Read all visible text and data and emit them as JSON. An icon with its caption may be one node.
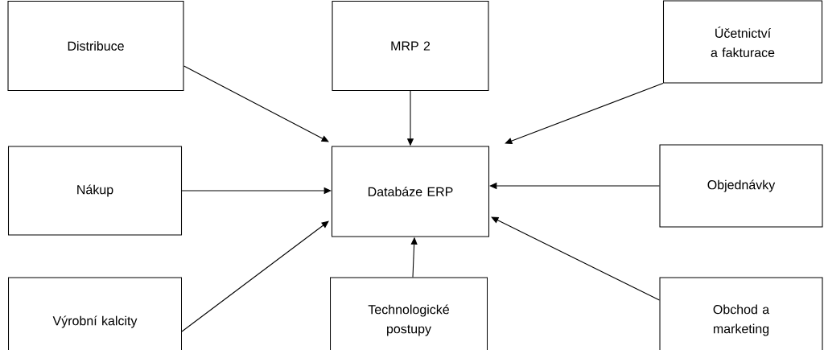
{
  "diagram": {
    "nodes": [
      {
        "text": [
          "Distribuce"
        ]
      },
      {
        "text": [
          "MRP 2"
        ]
      },
      {
        "text": [
          "Účetnictví a fakturace"
        ]
      },
      {
        "text": [
          "Nákup"
        ]
      },
      {
        "text": [
          "Databáze ERP"
        ]
      },
      {
        "text": [
          "Objednávky"
        ]
      },
      {
        "text": [
          "Výrobní kalcity"
        ]
      },
      {
        "text": [
          "Technologické postupy"
        ]
      },
      {
        "text": [
          "Obchod a marketing"
        ]
      }
    ],
    "edges": [
      {
        "from": 0,
        "to": 4,
        "arrow": "to"
      },
      {
        "from": 1,
        "to": 4,
        "arrow": "to"
      },
      {
        "from": 2,
        "to": 4,
        "arrow": "to"
      },
      {
        "from": 3,
        "to": 4,
        "arrow": "to"
      },
      {
        "from": 5,
        "to": 4,
        "arrow": "to"
      },
      {
        "from": 6,
        "to": 4,
        "arrow": "to"
      },
      {
        "from": 7,
        "to": 4,
        "arrow": "to"
      },
      {
        "from": 8,
        "to": 4,
        "arrow": "to"
      }
    ]
  }
}
